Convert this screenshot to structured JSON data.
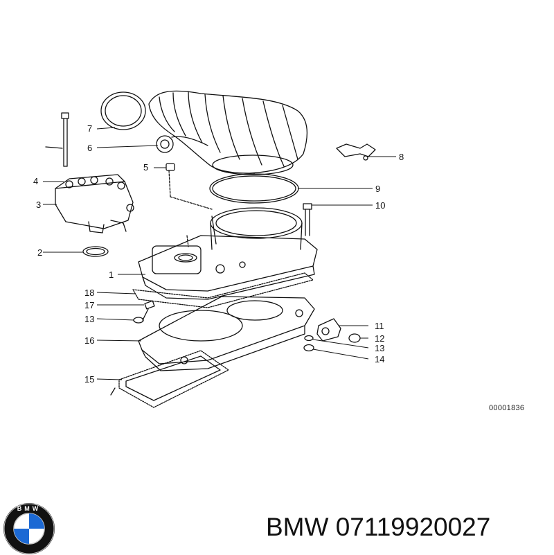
{
  "diagram": {
    "callouts": [
      "1",
      "2",
      "3",
      "4",
      "5",
      "6",
      "7",
      "8",
      "9",
      "10",
      "11",
      "12",
      "13",
      "13",
      "14",
      "15",
      "16",
      "17",
      "18"
    ],
    "reference_code": "00001836"
  },
  "logo": {
    "lettering": "BMW",
    "colors": {
      "blue": "#1c69d4",
      "white": "#ffffff",
      "ring": "#111111",
      "silver": "#c8c8c8"
    }
  },
  "caption": {
    "brand": "BMW",
    "part_number": "07119920027"
  }
}
